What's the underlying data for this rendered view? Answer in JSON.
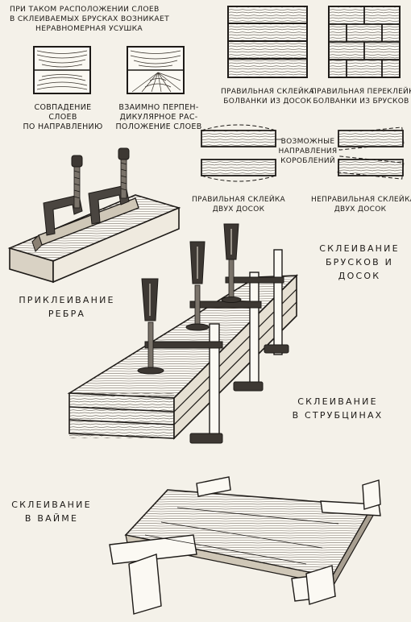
{
  "header_note": [
    "ПРИ ТАКОМ РАСПОЛОЖЕНИИ СЛОЕВ",
    "В СКЛЕИВАЕМЫХ БРУСКАХ ВОЗНИКАЕТ",
    "НЕРАВНОМЕРНАЯ  УСУШКА"
  ],
  "grain_matching": [
    "СОВПАДЕНИЕ",
    "СЛОЕВ",
    "ПО НАПРАВЛЕНИЮ"
  ],
  "grain_perpendicular": [
    "ВЗАИМНО ПЕРПЕН-",
    "ДИКУЛЯРНОЕ РАС-",
    "ПОЛОЖЕНИЕ СЛОЕВ"
  ],
  "blank_from_boards": [
    "ПРАВИЛЬНАЯ СКЛЕЙКА",
    "БОЛВАНКИ ИЗ ДОСОК"
  ],
  "blank_from_bars": [
    "ПРАВИЛЬНАЯ ПЕРЕКЛЕЙКА",
    "БОЛВАНКИ ИЗ БРУСКОВ"
  ],
  "warp_directions": [
    "ВОЗМОЖНЫЕ",
    "НАПРАВЛЕНИЯ",
    "КОРОБЛЕНИЙ"
  ],
  "correct_two_boards": [
    "ПРАВИЛЬНАЯ СКЛЕЙКА",
    "ДВУХ ДОСОК"
  ],
  "incorrect_two_boards": [
    "НЕПРАВИЛЬНАЯ СКЛЕЙКА",
    "ДВУХ ДОСОК"
  ],
  "edge_gluing": [
    "ПРИКЛЕИВАНИЕ",
    "РЕБРА"
  ],
  "bars_boards_gluing": [
    "СКЛЕИВАНИЕ",
    "БРУСКОВ И",
    "ДОСОК"
  ],
  "clamp_gluing": [
    "СКЛЕИВАНИЕ",
    "В СТРУБЦИНАХ"
  ],
  "vise_gluing": [
    "СКЛЕИВАНИЕ",
    "В ВАЙМЕ"
  ]
}
